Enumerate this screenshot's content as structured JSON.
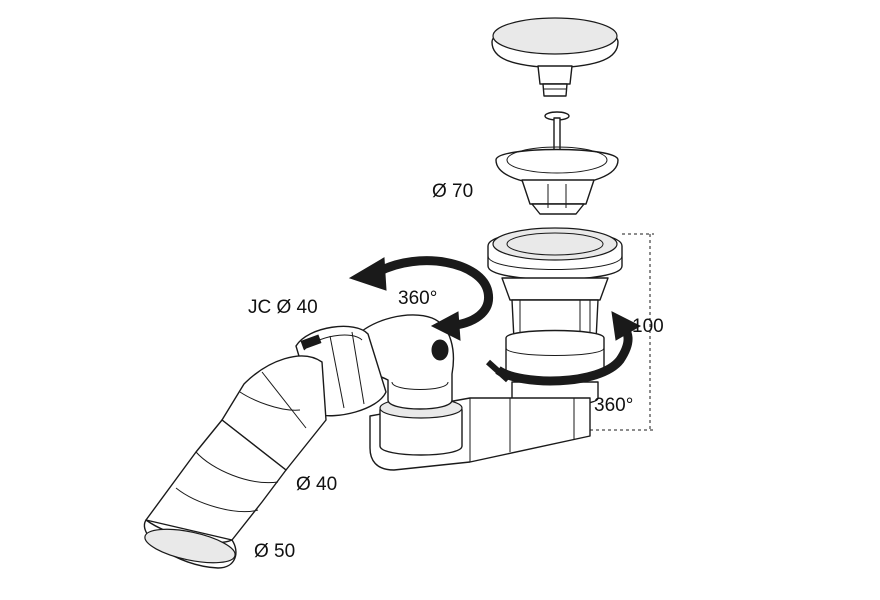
{
  "labels": {
    "diameter_70": "Ø 70",
    "jc_diameter_40": "JC Ø 40",
    "rotation_top": "360°",
    "rotation_side": "360°",
    "height_100": "100",
    "diameter_40": "Ø 40",
    "diameter_50": "Ø 50"
  },
  "colors": {
    "line": "#1a1a1a",
    "fill": "#ffffff",
    "shade": "#e9e9e9",
    "arrow": "#1a1a1a"
  }
}
